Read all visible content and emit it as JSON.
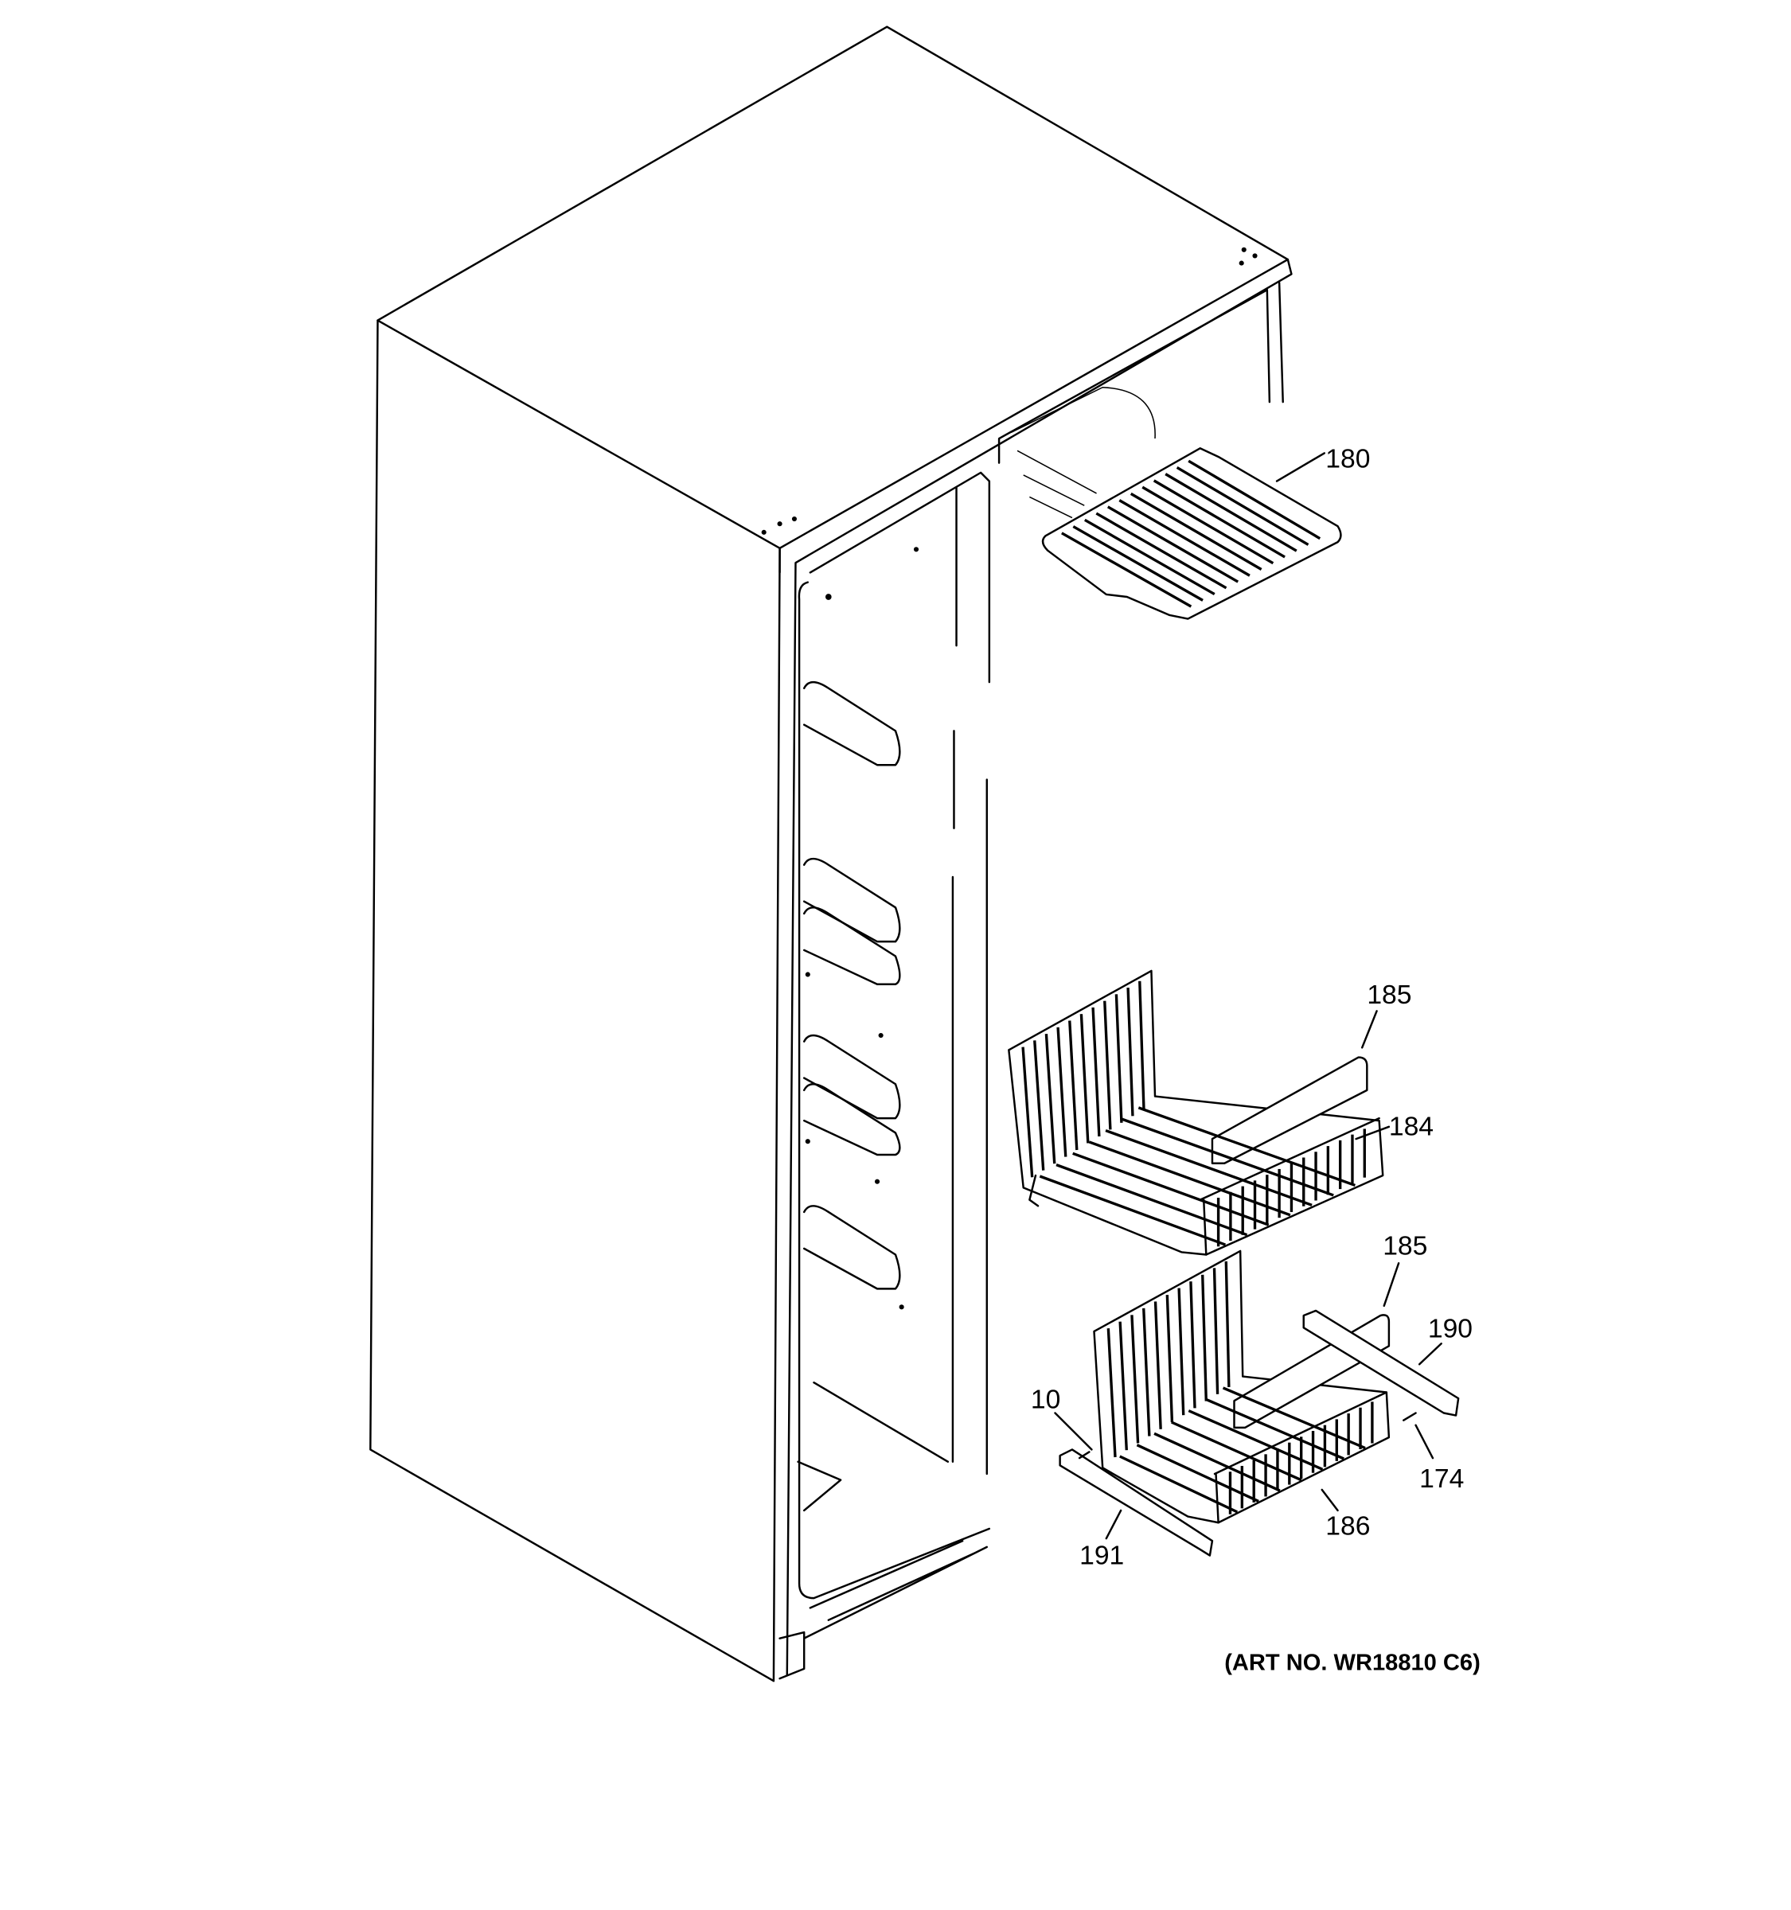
{
  "diagram": {
    "part_labels": [
      {
        "id": "180",
        "text": "180"
      },
      {
        "id": "185a",
        "text": "185"
      },
      {
        "id": "184",
        "text": "184"
      },
      {
        "id": "185b",
        "text": "185"
      },
      {
        "id": "190",
        "text": "190"
      },
      {
        "id": "10",
        "text": "10"
      },
      {
        "id": "174",
        "text": "174"
      },
      {
        "id": "186",
        "text": "186"
      },
      {
        "id": "191",
        "text": "191"
      }
    ],
    "art_number": "(ART NO. WR18810 C6)"
  }
}
